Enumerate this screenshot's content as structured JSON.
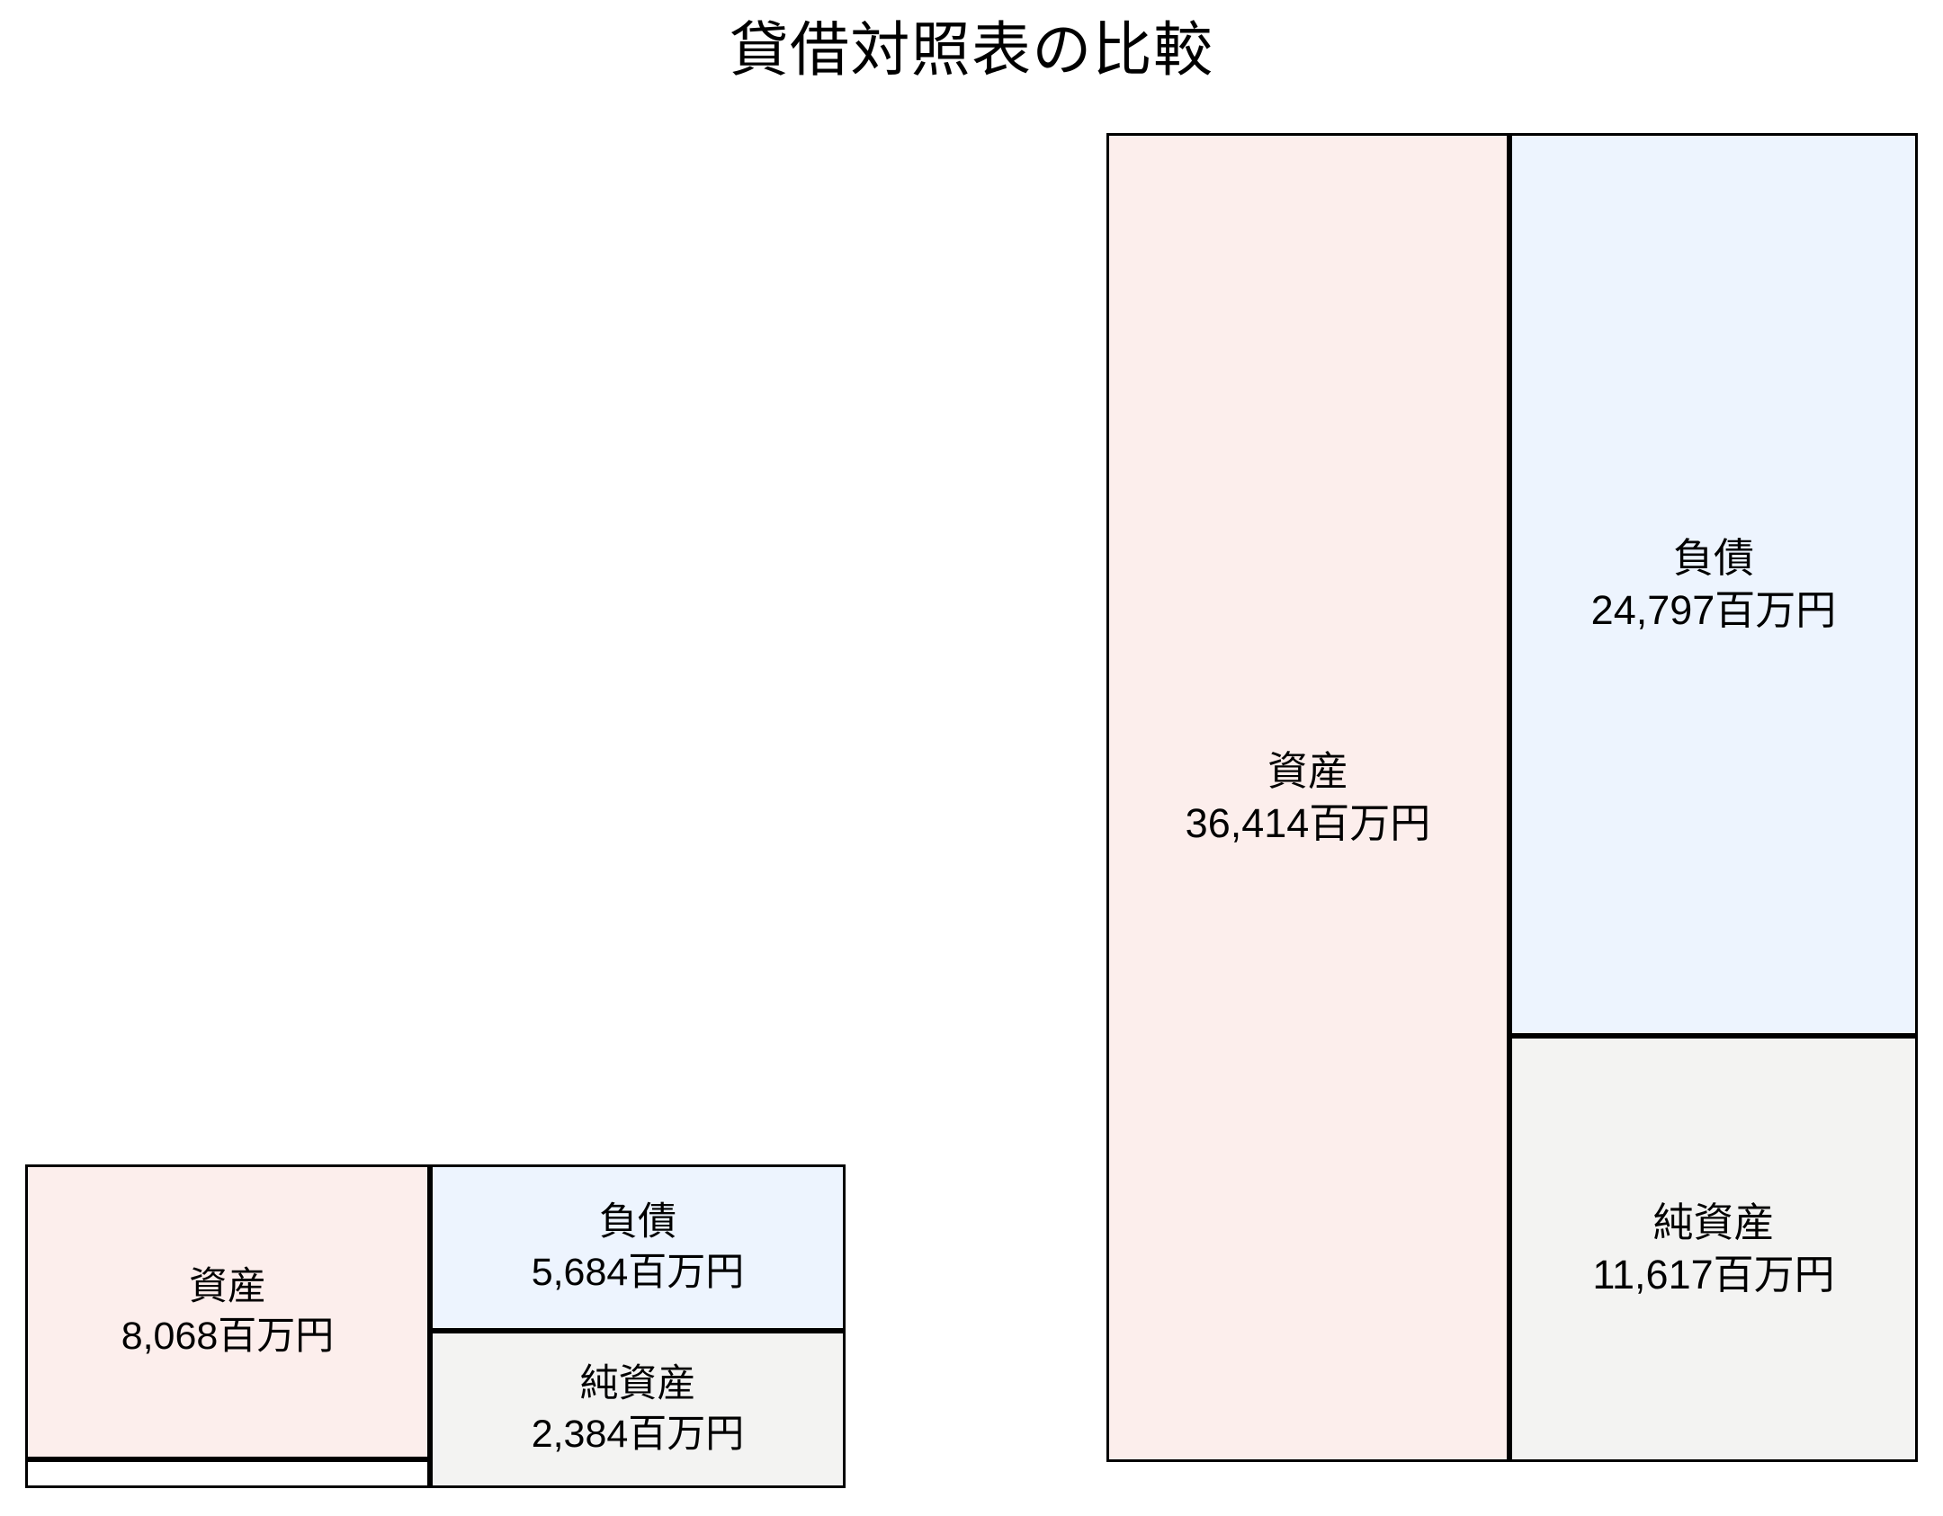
{
  "chart_data": {
    "type": "bar",
    "title": "貸借対照表の比較",
    "subtitle": "",
    "xlabel": "",
    "ylabel": "",
    "unit": "百万円",
    "legend": [],
    "grid": false,
    "orientation": "stacked-balance-sheet",
    "panels": [
      {
        "id": "small",
        "position": "left",
        "assets": {
          "name": "資産",
          "value": 8068,
          "value_label": "8,068百万円",
          "color": "#fceeec"
        },
        "liabilities": {
          "name": "負債",
          "value": 5684,
          "value_label": "5,684百万円",
          "color": "#edf4fe"
        },
        "equity": {
          "name": "純資産",
          "value": 2384,
          "value_label": "2,384百万円",
          "color": "#f3f3f2"
        }
      },
      {
        "id": "large",
        "position": "right",
        "assets": {
          "name": "資産",
          "value": 36414,
          "value_label": "36,414百万円",
          "color": "#fceeec"
        },
        "liabilities": {
          "name": "負債",
          "value": 24797,
          "value_label": "24,797百万円",
          "color": "#edf4fe"
        },
        "equity": {
          "name": "純資産",
          "value": 11617,
          "value_label": "11,617百万円",
          "color": "#f3f3f2"
        }
      }
    ],
    "colors": {
      "assets": "#fceeec",
      "liabilities": "#edf4fe",
      "equity": "#f3f3f2",
      "border": "#000000",
      "background": "#ffffff",
      "text": "#000000"
    }
  }
}
